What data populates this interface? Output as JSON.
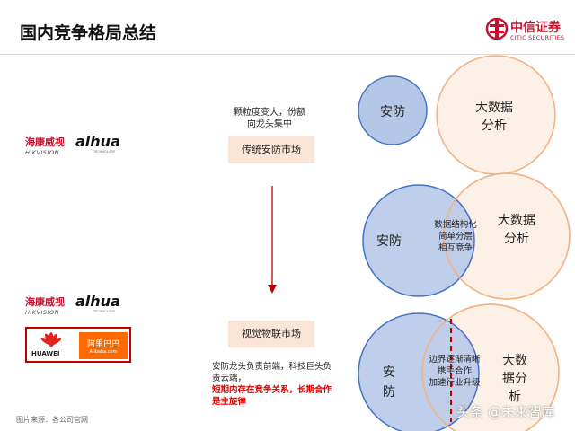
{
  "header": {
    "title": "国内竞争格局总结"
  },
  "logo": {
    "name_cn": "中信证券",
    "name_en": "CITIC SECURITIES"
  },
  "brands": {
    "hikvision_cn": "海康威视",
    "hikvision_en": "HIKVISION",
    "dahua": "alhua",
    "dahua_sub": "TECHNOLOGY",
    "huawei": "HUAWEI",
    "alibaba_cn": "阿里巴巴",
    "alibaba_en": "Alibaba.com"
  },
  "flow": {
    "top_note_1": "颗粒度变大，份额",
    "top_note_2": "向龙头集中",
    "box1": "传统安防市场",
    "box2": "视觉物联市场",
    "bottom_note_1": "安防龙头负责前端，科技巨头负",
    "bottom_note_2": "责云端，",
    "bottom_note_red_1": "短期内存在竞争关系，长期合作",
    "bottom_note_red_2": "是主旋律"
  },
  "venn1": {
    "left": "安防",
    "right_1": "大数据",
    "right_2": "分析"
  },
  "venn2": {
    "left": "安防",
    "mid_1": "数据结构化",
    "mid_2": "简单分层",
    "mid_3": "相互竞争",
    "right_1": "大数据",
    "right_2": "分析"
  },
  "venn3": {
    "left_1": "安",
    "left_2": "防",
    "mid_1": "边界逐渐清晰",
    "mid_2": "携手合作",
    "mid_3": "加速行业升级",
    "right_1": "大数",
    "right_2": "据分",
    "right_3": "析"
  },
  "footer": {
    "caption": "图片来源：各公司官网",
    "watermark": "头条 @未来智库"
  },
  "colors": {
    "blue_fill": "#b4c7e7",
    "blue_stroke": "#4472c4",
    "orange_stroke": "#f4b183",
    "orange_fill": "#fdf0e6",
    "box_fill": "#fbe5d6",
    "arrow": "#c00000"
  }
}
